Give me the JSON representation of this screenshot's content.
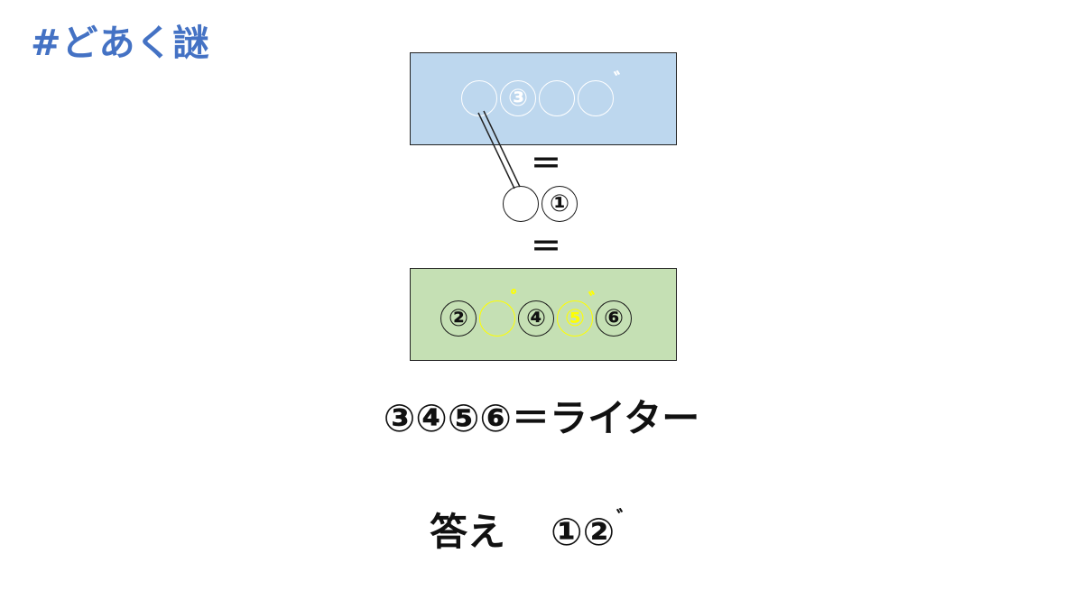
{
  "title": "#どあく謎",
  "colors": {
    "title": "#4472c4",
    "box_top_fill": "#bdd7ee",
    "box_bottom_fill": "#c5e0b4",
    "top_text": "#ffffff",
    "highlight": "#ffff00",
    "dark_text": "#111111"
  },
  "box_top": {
    "c1": "",
    "c2": "③",
    "c3": "",
    "c4": "",
    "mark": "゛"
  },
  "eq_1": "＝",
  "mid": {
    "c1": "",
    "c2": "①"
  },
  "eq_2": "＝",
  "box_bottom": {
    "c1": "②",
    "c2": "",
    "c2_mark": "゜",
    "c3": "④",
    "c4": "⑤",
    "c4_mark": "゛",
    "c5": "⑥"
  },
  "clue": "③④⑤⑥＝ライター",
  "answer": {
    "label": "答え",
    "value": "①②",
    "mark": "゛"
  }
}
